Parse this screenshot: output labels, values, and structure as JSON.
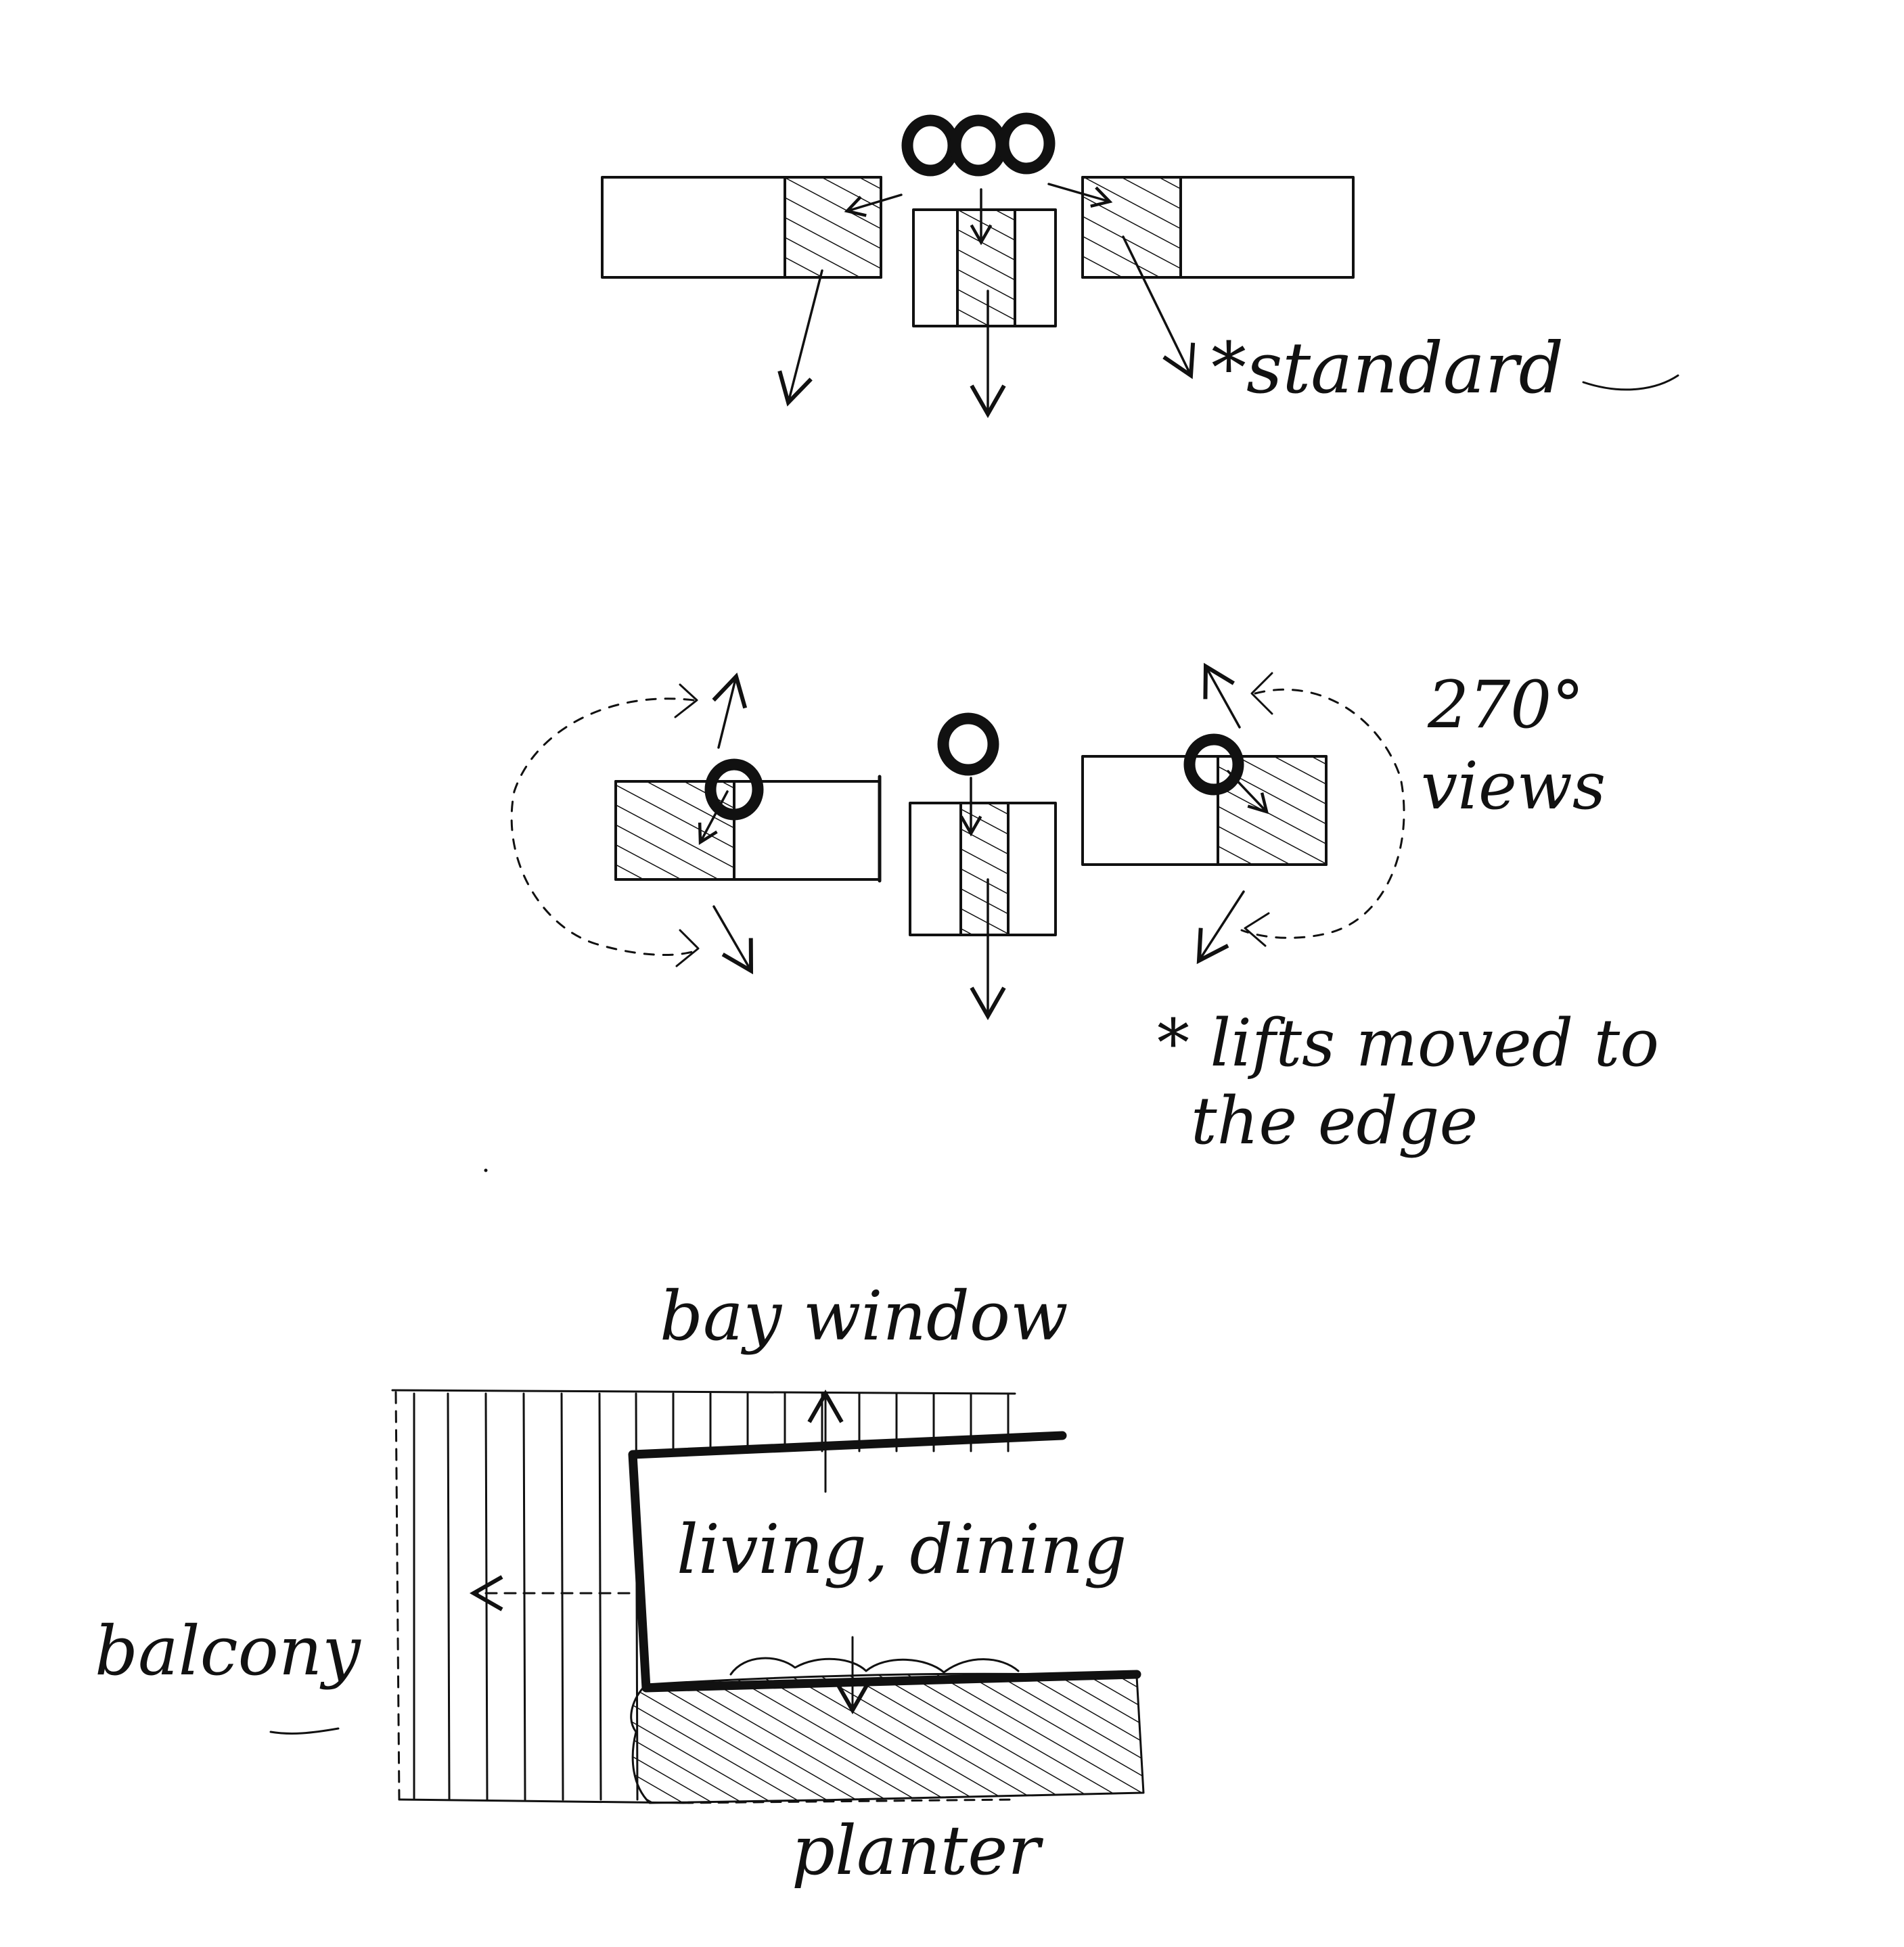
{
  "colors": {
    "ink": "#111111",
    "paper": "#ffffff"
  },
  "sketch_1": {
    "note": "*standard"
  },
  "sketch_2": {
    "note_angle": "270°",
    "note_views": "views",
    "note_lifts_line1": "* lifts moved to",
    "note_lifts_line2": "the edge"
  },
  "sketch_3": {
    "label_bay_window": "bay window",
    "label_living_dining": "living, dining",
    "label_balcony": "balcony",
    "label_planter": "planter"
  }
}
